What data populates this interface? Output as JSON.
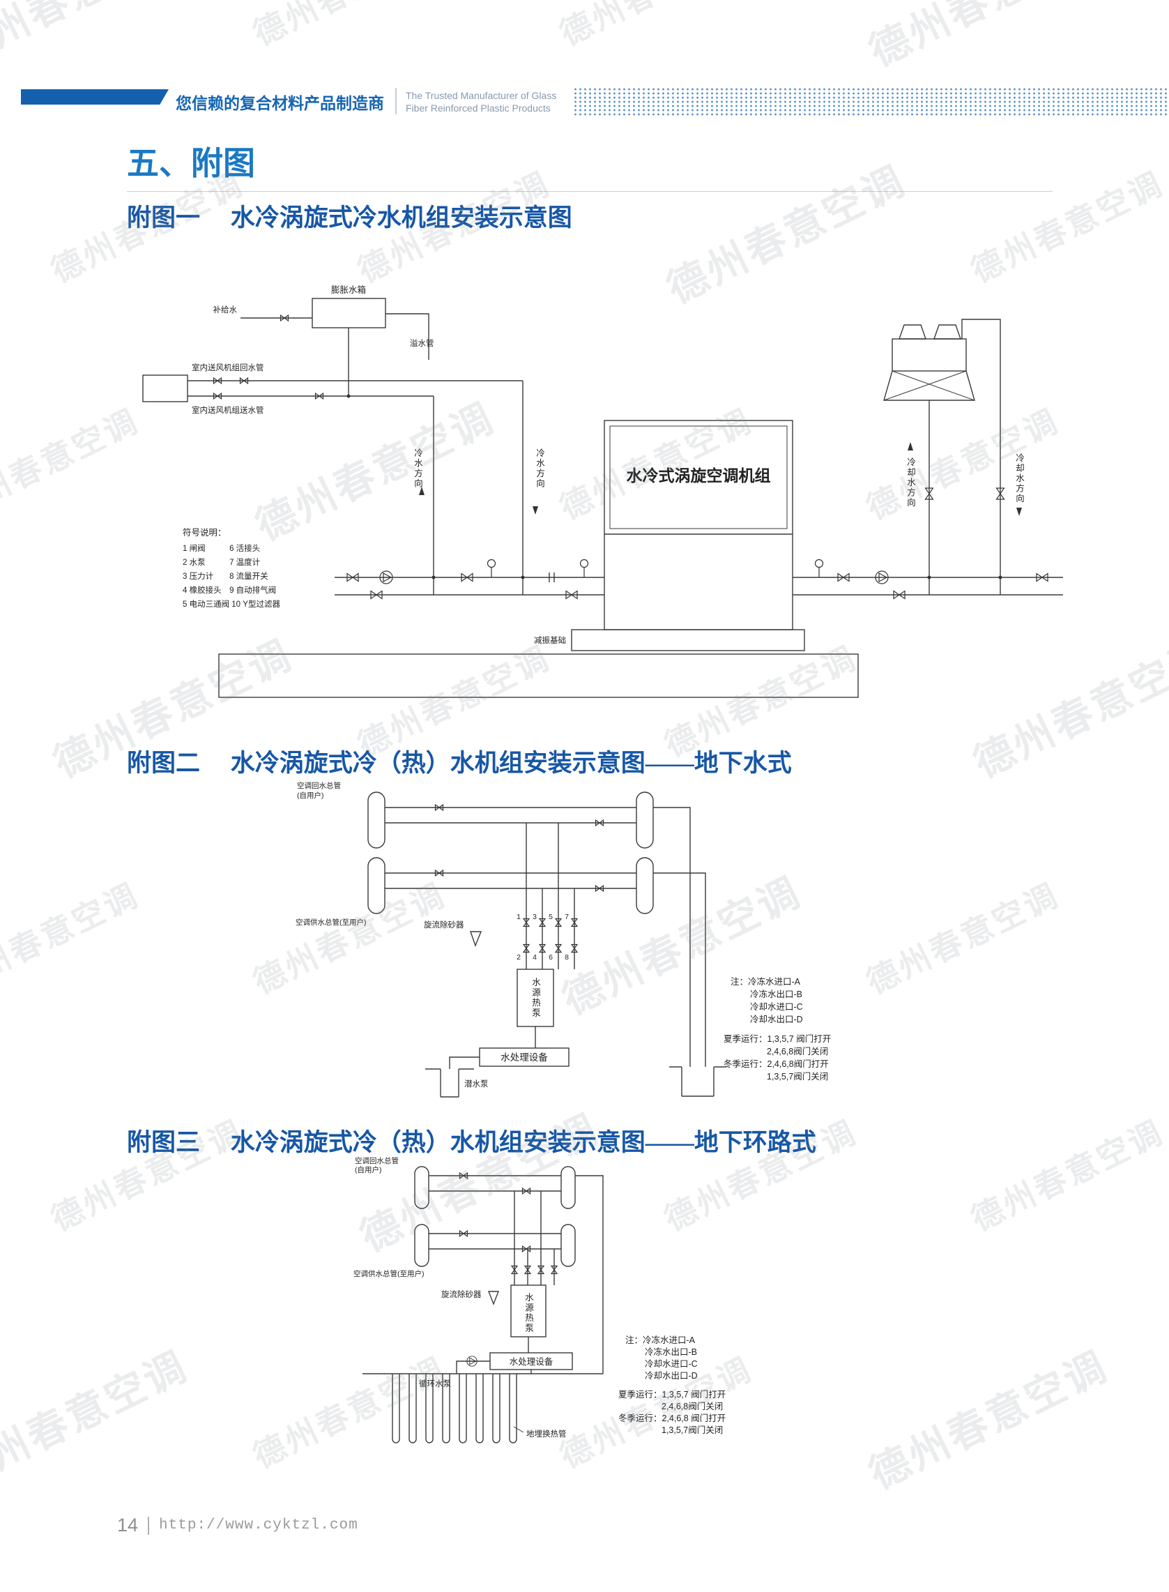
{
  "watermark": {
    "text": "德州春意空调"
  },
  "header": {
    "tagline_cn": "您信赖的复合材料产品制造商",
    "tagline_en_1": "The Trusted Manufacturer of Glass",
    "tagline_en_2": "Fiber Reinforced Plastic Products"
  },
  "page_title": "五、附图",
  "fig1": {
    "title": "附图一　 水冷涡旋式冷水机组安装示意图",
    "labels": {
      "expansion_tank": "膨胀水箱",
      "makeup_water": "补给水",
      "overflow_pipe": "溢水管",
      "indoor_return_pipe": "室内送风机组回水管",
      "indoor_supply_pipe": "室内送风机组送水管",
      "unit_name": "水冷式涡旋空调机组",
      "chilled_dir": "冷水方向",
      "cooling_dir": "冷却水方向",
      "base": "减振基础"
    },
    "legend": {
      "title": "符号说明：",
      "items": [
        "1 闸阀　　　6 活接头",
        "2 水泵　　　7 温度计",
        "3 压力计　　8 流量开关",
        "4 橡胶接头　9 自动排气阀",
        "5 电动三通阀 10 Y型过滤器"
      ]
    }
  },
  "fig2": {
    "title": "附图二　 水冷涡旋式冷（热）水机组安装示意图——地下水式",
    "labels": {
      "return_main_1": "空调回水总管",
      "return_main_2": "(自用户)",
      "supply_main": "空调供水总管(至用户)",
      "sand_separator": "旋流除砂器",
      "heat_pump": "水源热泵",
      "water_treatment": "水处理设备",
      "submersible_pump": "潜水泵"
    },
    "valve_numbers": [
      "1",
      "3",
      "5",
      "7",
      "2",
      "4",
      "6",
      "8"
    ],
    "notes": [
      "注：冷冻水进口-A",
      "冷冻水出口-B",
      "冷却水进口-C",
      "冷却水出口-D",
      "夏季运行：1,3,5,7 阀门打开",
      "2,4,6,8阀门关闭",
      "冬季运行：2,4,6,8阀门打开",
      "1,3,5,7阀门关闭"
    ]
  },
  "fig3": {
    "title": "附图三　 水冷涡旋式冷（热）水机组安装示意图——地下环路式",
    "labels": {
      "return_main_1": "空调回水总管",
      "return_main_2": "(自用户)",
      "supply_main": "空调供水总管(至用户)",
      "sand_separator": "旋流除砂器",
      "heat_pump": "水源热泵",
      "water_treatment": "水处理设备",
      "circulating_pump": "循环水泵",
      "ground_loops": "地埋换热管"
    },
    "notes": [
      "注：冷冻水进口-A",
      "冷冻水出口-B",
      "冷却水进口-C",
      "冷却水出口-D",
      "夏季运行：1,3,5,7 阀门打开",
      "2,4,6,8阀门关闭",
      "冬季运行：2,4,6,8 阀门打开",
      "1,3,5,7阀门关闭"
    ]
  },
  "footer": {
    "page_number": "14",
    "url": "http://www.cyktzl.com"
  }
}
